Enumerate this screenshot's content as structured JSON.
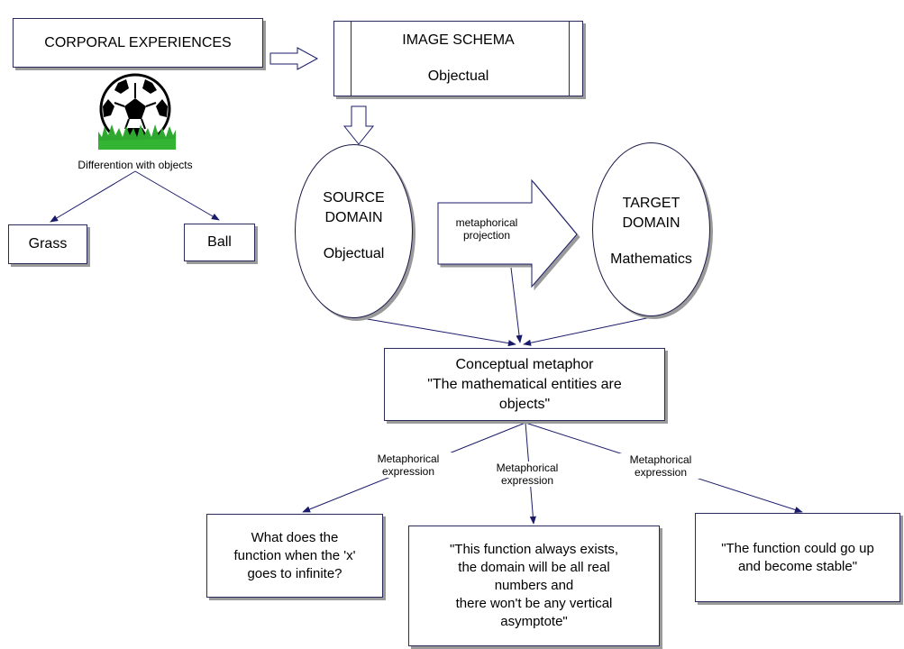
{
  "corporal": {
    "title": "CORPORAL EXPERIENCES"
  },
  "image_schema": {
    "title": "IMAGE SCHEMA",
    "subtitle": "Objectual"
  },
  "differentiation_label": "Differention with objects",
  "grass": "Grass",
  "ball": "Ball",
  "source_domain": {
    "line1": "SOURCE",
    "line2": "DOMAIN",
    "line3": "Objectual"
  },
  "target_domain": {
    "line1": "TARGET",
    "line2": "DOMAIN",
    "line3": "Mathematics"
  },
  "projection": {
    "line1": "metaphorical",
    "line2": "projection"
  },
  "conceptual": {
    "line1": "Conceptual metaphor",
    "line2": "\"The mathematical entities are",
    "line3": "objects\""
  },
  "expression_labels": [
    {
      "line1": "Metaphorical",
      "line2": "expression"
    },
    {
      "line1": "Metaphorical",
      "line2": "expression"
    },
    {
      "line1": "Metaphorical",
      "line2": "expression"
    }
  ],
  "expressions": [
    {
      "line1": "What does the",
      "line2": "function when the 'x'",
      "line3": "goes to infinite?"
    },
    {
      "line1": "\"This function always exists,",
      "line2": "the domain will be all real",
      "line3": "numbers and",
      "line4": "there won't be any vertical",
      "line5": "asymptote\""
    },
    {
      "line1": "\"The function could go up",
      "line2": "and become stable\""
    }
  ],
  "icons": {
    "soccer": "soccer-ball-on-grass-icon"
  },
  "colors": {
    "line": "#1a1a6a",
    "border": "#2a2a5a",
    "shadow": "#9a9a9a",
    "grass": "#2fa82f"
  }
}
